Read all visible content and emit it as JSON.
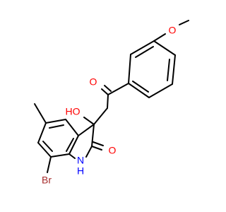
{
  "molecule": {
    "atom_labels": {
      "methoxy_o": "O",
      "ketone_o": "O",
      "hydroxyl": "HO",
      "lactam_o": "O",
      "nh": "N",
      "nh_h": "H",
      "bromine": "Br"
    }
  },
  "colors": {
    "bond": "#000000",
    "oxygen": "#ff0000",
    "nitrogen": "#0000ff",
    "bromine": "#a52a2a",
    "background": "#ffffff"
  }
}
